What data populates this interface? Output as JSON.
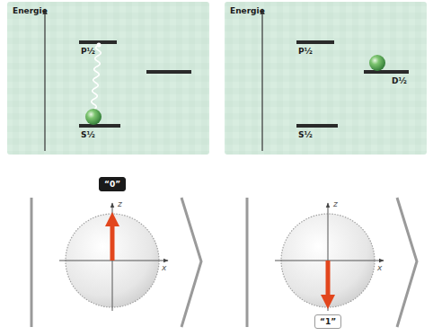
{
  "diagram": {
    "nodes": [
      {
        "text": [
          "Energie",
          "P½",
          "S½"
        ]
      },
      {
        "text": [
          "Energie",
          "P½",
          "D½",
          "S½"
        ]
      },
      {
        "text": [
          "“0”"
        ]
      },
      {
        "text": [
          "“1”"
        ]
      }
    ],
    "labels": [
      "z",
      "x",
      "z",
      "x"
    ]
  }
}
